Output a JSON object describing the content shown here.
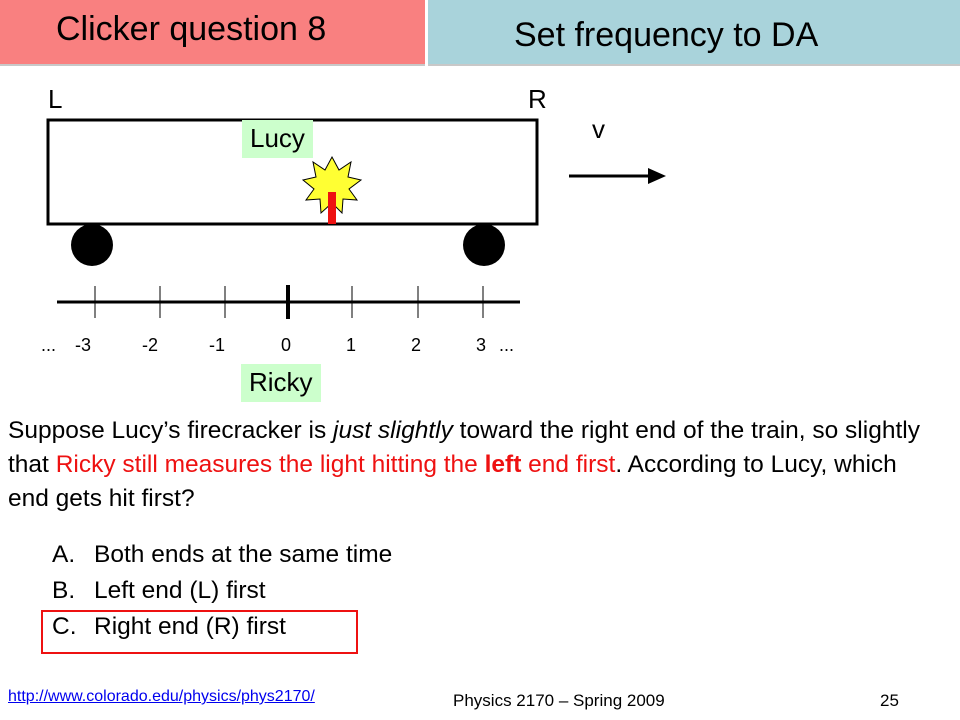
{
  "header": {
    "title": "Clicker question 8",
    "subtitle": "Set frequency to DA"
  },
  "diagram": {
    "left_label": "L",
    "right_label": "R",
    "velocity_label": "v",
    "lucy_label": "Lucy",
    "ricky_label": "Ricky",
    "ticks": [
      "...",
      "-3",
      "-2",
      "-1",
      "0",
      "1",
      "2",
      "3",
      "..."
    ]
  },
  "question": {
    "part1": "Suppose Lucy’s firecracker is ",
    "emphasis": "just slightly",
    "part2": " toward the right end of the train, so slightly that ",
    "red_text": "Ricky still measures the light hitting the ",
    "red_bold": "left",
    "red_tail": " end first",
    "part3": ".  According to Lucy, which end gets hit first?"
  },
  "options": [
    {
      "letter": "A.",
      "text": "Both ends at the same time"
    },
    {
      "letter": "B.",
      "text": "Left end (L) first"
    },
    {
      "letter": "C.",
      "text": "Right end (R) first"
    }
  ],
  "footer": {
    "link": "http://www.colorado.edu/physics/phys2170/",
    "course": "Physics 2170 – Spring 2009",
    "page": "25"
  },
  "colors": {
    "title_bg": "#f98080",
    "subtitle_bg": "#a9d3db",
    "name_tag_bg": "#ccffcc",
    "highlight_red": "#ee1111",
    "firecracker_yellow": "#ffff33"
  }
}
